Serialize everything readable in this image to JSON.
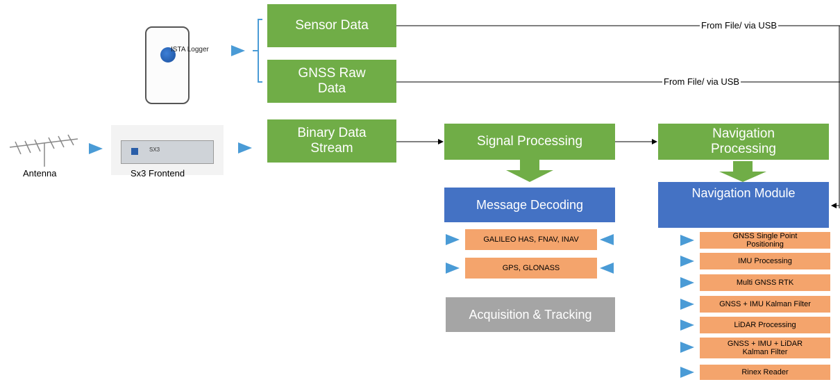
{
  "green_boxes": {
    "sensor": "Sensor Data",
    "gnss_raw": "GNSS Raw Data",
    "binary": "Binary Data Stream",
    "signal": "Signal Processing",
    "navigation": "Navigation Processing"
  },
  "blue_boxes": {
    "message": "Message Decoding",
    "nav_module": "Navigation Module"
  },
  "grey_box": "Acquisition & Tracking",
  "message_items": [
    "GALILEO HAS, FNAV, INAV",
    "GPS, GLONASS"
  ],
  "nav_items": [
    "GNSS Single Point Positioning",
    "IMU Processing",
    "Multi GNSS RTK",
    "GNSS + IMU Kalman Filter",
    "LiDAR Processing",
    "GNSS + IMU + LiDAR Kalman Filter",
    "Rinex Reader"
  ],
  "labels": {
    "usb_1": "From File/ via USB",
    "usb_2": "From File/ via USB",
    "antenna": "Antenna",
    "frontend": "Sx3 Frontend",
    "phone_app": "ISTA Logger",
    "device_brand": "SX3"
  },
  "colors": {
    "green": "#70ad47",
    "blue": "#4472c4",
    "grey": "#a5a5a5",
    "orange": "#f4a46c",
    "arrow_blue": "#4a9bd6"
  }
}
